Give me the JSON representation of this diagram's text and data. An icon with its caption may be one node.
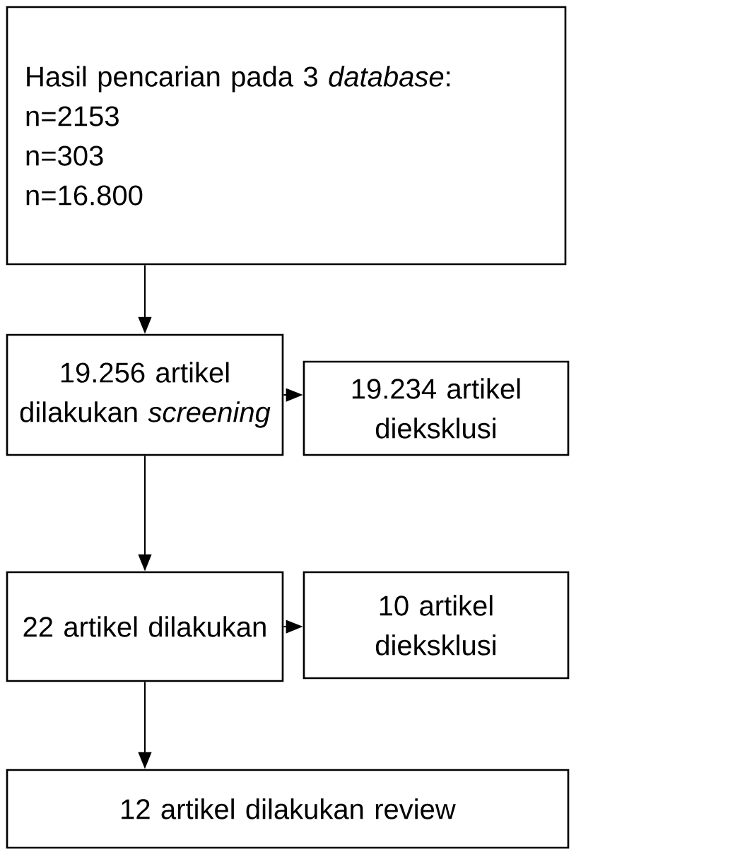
{
  "diagram": {
    "nodes": [
      {
        "text": [
          "Hasil pencarian pada 3 *database*:",
          "n=2153",
          "n=303",
          "n=16.800"
        ]
      },
      {
        "text": [
          "19.256 artikel dilakukan *screening*"
        ]
      },
      {
        "text": [
          "19.234 artikel dieksklusi"
        ]
      },
      {
        "text": [
          "22 artikel dilakukan"
        ]
      },
      {
        "text": [
          "10 artikel dieksklusi"
        ]
      },
      {
        "text": [
          "12 artikel dilakukan review"
        ]
      }
    ],
    "edges": [
      {
        "from": 0,
        "to": 1,
        "arrow": "to"
      },
      {
        "from": 1,
        "to": 2,
        "arrow": "to"
      },
      {
        "from": 1,
        "to": 3,
        "arrow": "to"
      },
      {
        "from": 3,
        "to": 4,
        "arrow": "to"
      },
      {
        "from": 3,
        "to": 5,
        "arrow": "to"
      }
    ]
  }
}
